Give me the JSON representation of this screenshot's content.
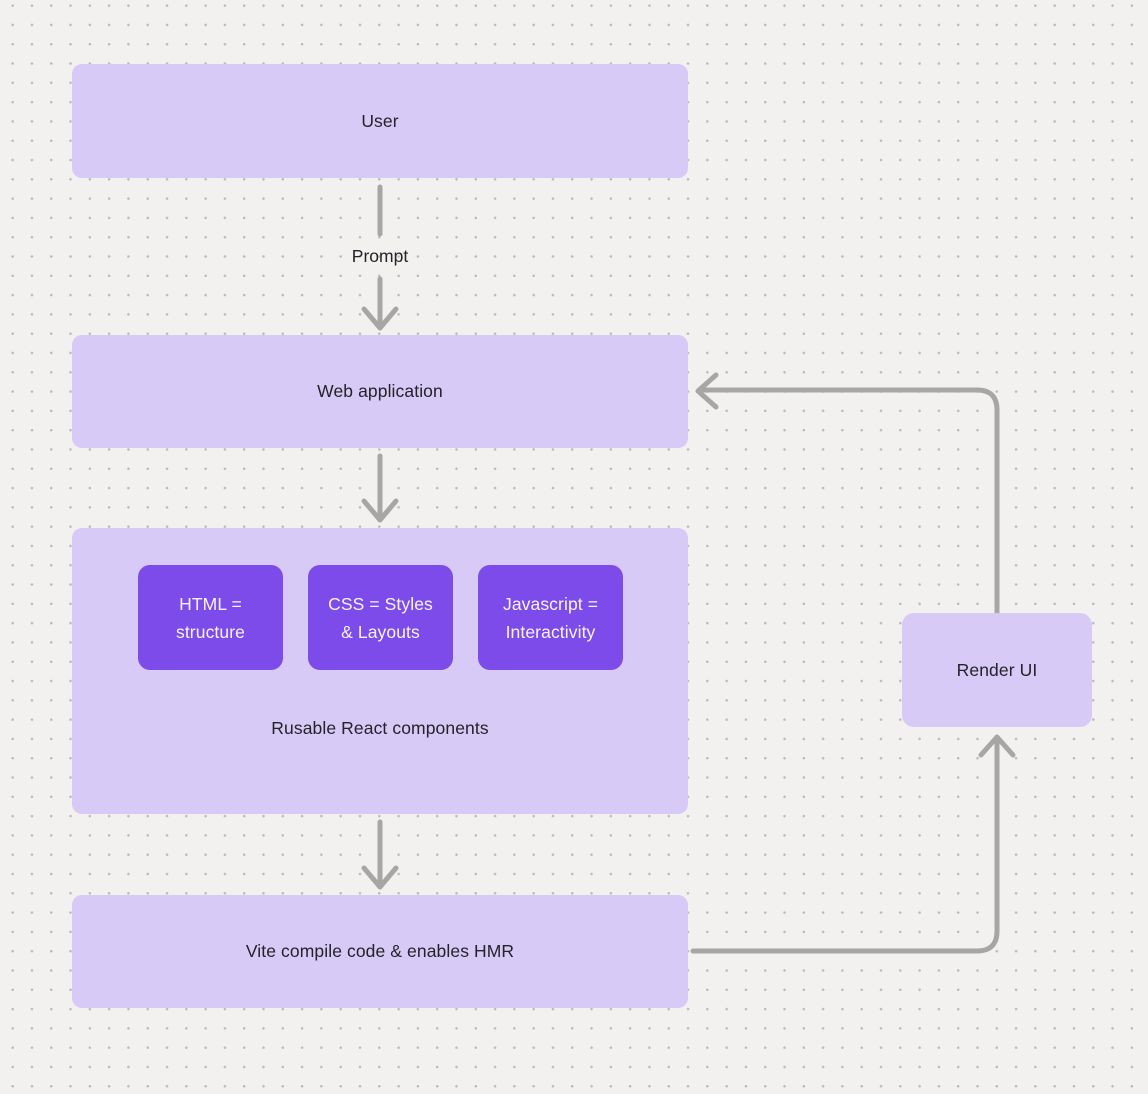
{
  "diagram": {
    "colors": {
      "background": "#f2f1f0",
      "dot_grid": "#bcbab8",
      "node_fill": "#d7caf6",
      "child_node_fill": "#7c4be9",
      "connector": "#a7a6a5",
      "text_dark": "#232328",
      "text_light": "#f7f4fe"
    },
    "nodes": {
      "user": {
        "label": "User"
      },
      "web_application": {
        "label": "Web application"
      },
      "components": {
        "label": "Rusable React components",
        "children": [
          {
            "line1": "HTML =",
            "line2": "structure"
          },
          {
            "line1": "CSS = Styles",
            "line2": "& Layouts"
          },
          {
            "line1": "Javascript =",
            "line2": "Interactivity"
          }
        ]
      },
      "vite": {
        "label": "Vite compile code & enables HMR"
      },
      "render_ui": {
        "label": "Render UI"
      }
    },
    "edges": [
      {
        "from": "user",
        "to": "web_application",
        "label": "Prompt"
      },
      {
        "from": "web_application",
        "to": "components",
        "label": ""
      },
      {
        "from": "components",
        "to": "vite",
        "label": ""
      },
      {
        "from": "vite",
        "to": "render_ui",
        "label": ""
      },
      {
        "from": "render_ui",
        "to": "web_application",
        "label": ""
      }
    ]
  }
}
